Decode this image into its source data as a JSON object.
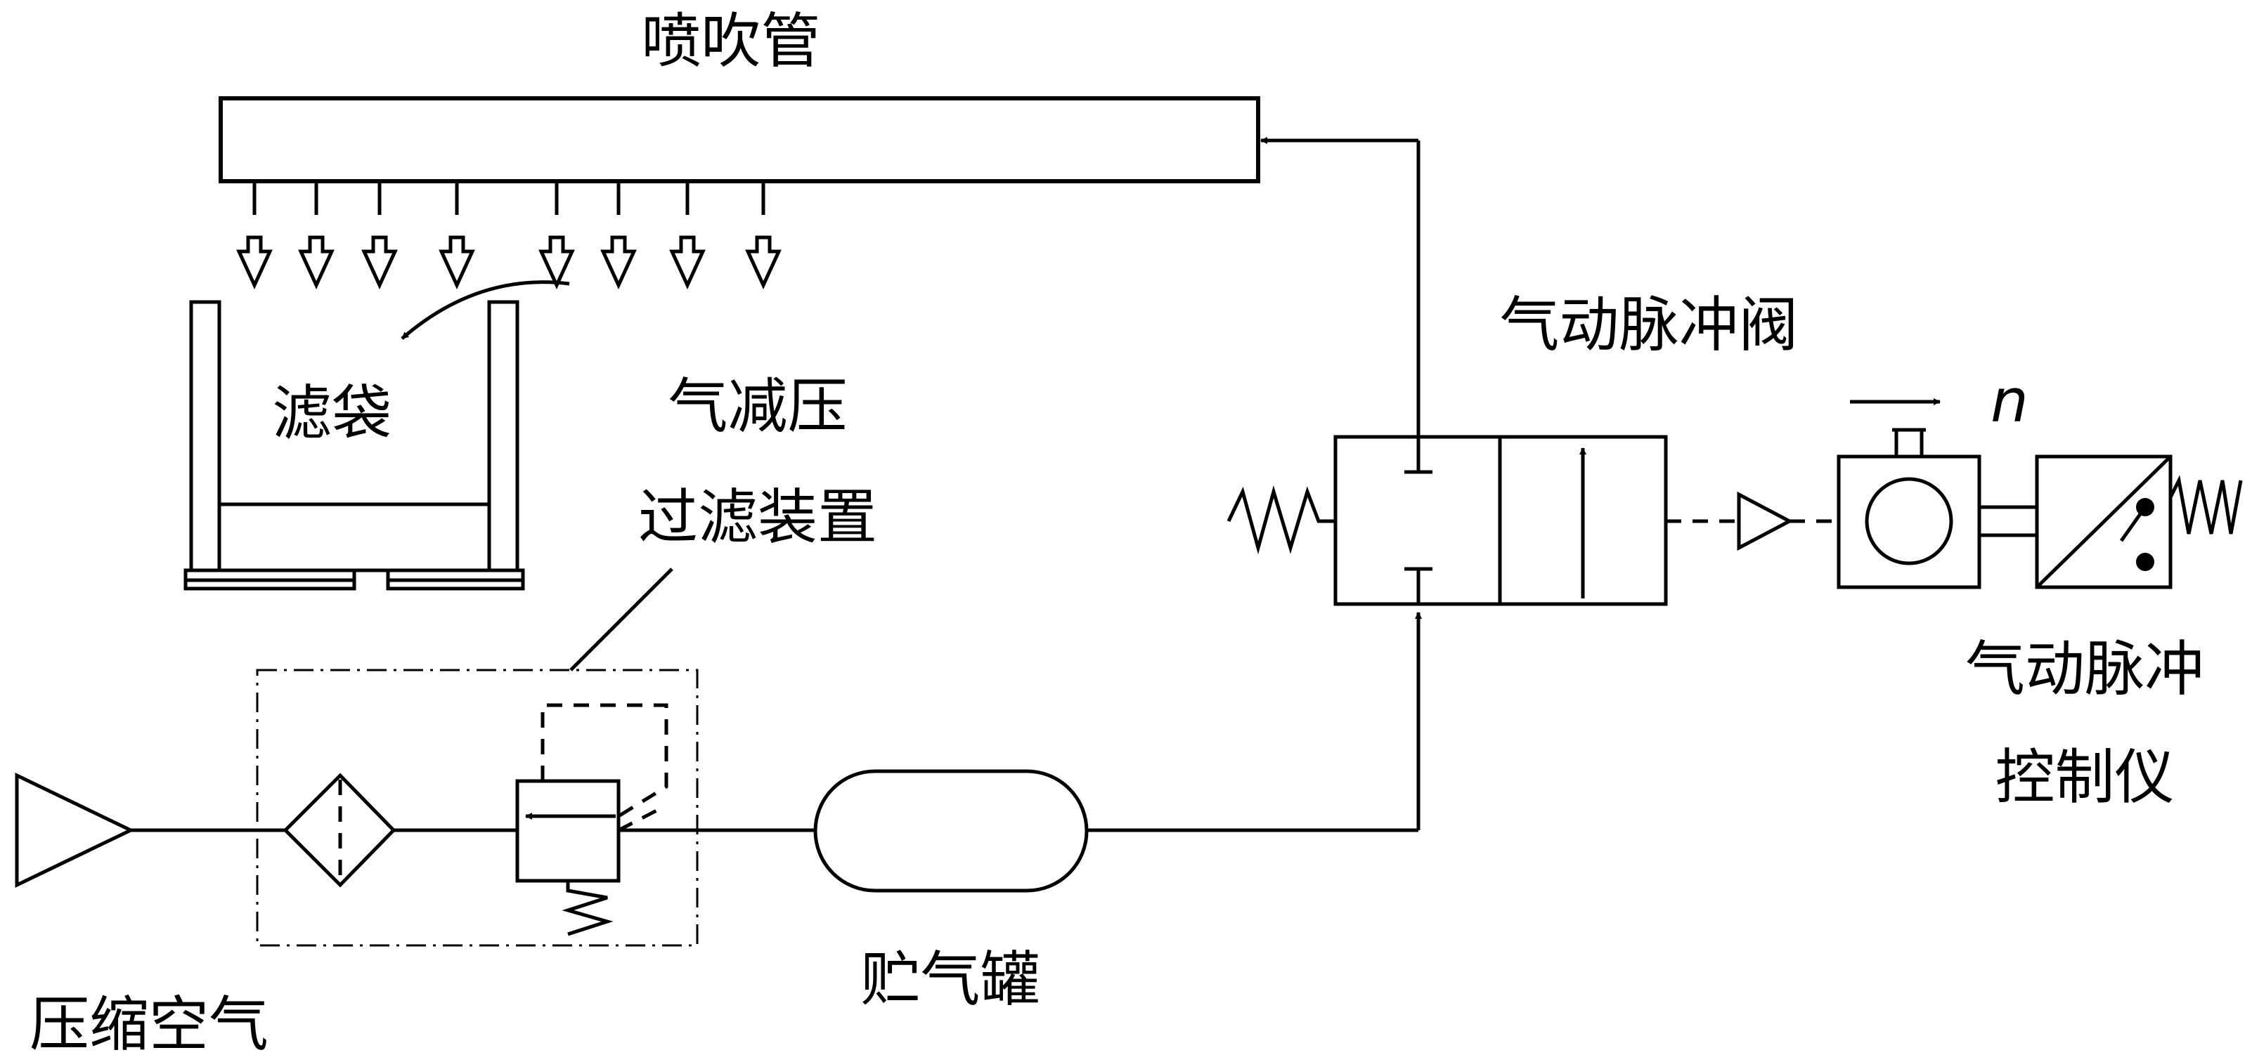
{
  "labels": {
    "blow_pipe": "喷吹管",
    "filter_bag": "滤袋",
    "reducer_line1": "气减压",
    "reducer_line2": "过滤装置",
    "pulse_valve": "气动脉冲阀",
    "speed_symbol": "n",
    "controller_line1": "气动脉冲",
    "controller_line2": "控制仪",
    "air_tank": "贮气罐",
    "compressed_air": "压缩空气"
  },
  "colors": {
    "line": "#000000",
    "background": "#ffffff"
  }
}
